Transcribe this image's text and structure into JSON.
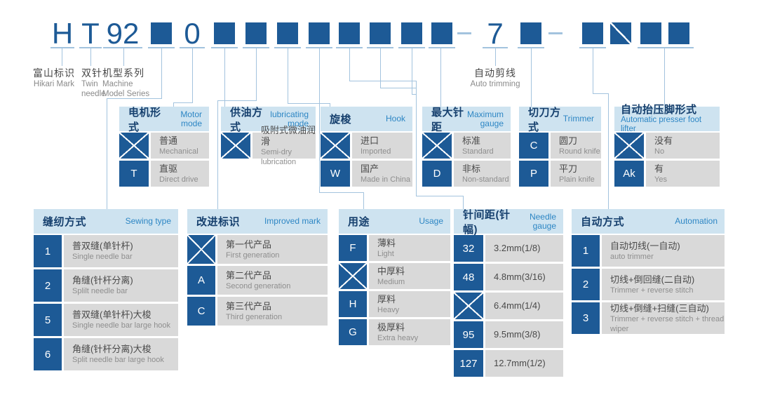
{
  "colors": {
    "primary": "#1d5a96",
    "header_bg": "#cee3f0",
    "header_text": "#16406e",
    "header_en": "#2d86c4",
    "cell_bg": "#d9d9d9",
    "wire": "#a3c3de"
  },
  "code": {
    "tokens": [
      {
        "type": "text",
        "value": "H"
      },
      {
        "type": "text",
        "value": "T"
      },
      {
        "type": "text",
        "value": "92"
      },
      {
        "type": "square"
      },
      {
        "type": "text",
        "value": "0"
      },
      {
        "type": "square"
      },
      {
        "type": "square"
      },
      {
        "type": "square"
      },
      {
        "type": "square"
      },
      {
        "type": "square"
      },
      {
        "type": "square"
      },
      {
        "type": "square"
      },
      {
        "type": "square"
      },
      {
        "type": "dash"
      },
      {
        "type": "text",
        "value": "7"
      },
      {
        "type": "square"
      },
      {
        "type": "dash"
      },
      {
        "type": "square"
      },
      {
        "type": "square-slashed"
      },
      {
        "type": "square"
      },
      {
        "type": "square"
      }
    ]
  },
  "top_labels": [
    {
      "id": "hikari-mark",
      "zh": "富山标识",
      "en": "Hikari Mark"
    },
    {
      "id": "twin-needle",
      "zh": "双针",
      "en": "Twin needle"
    },
    {
      "id": "machine-model-series",
      "zh": "机型系列",
      "en": "Machine Model Series"
    },
    {
      "id": "auto-trimming",
      "zh": "自动剪线",
      "en": "Auto trimming"
    }
  ],
  "tables": [
    {
      "id": "motor",
      "title_zh": "电机形式",
      "title_en": "Motor mode",
      "rows": [
        {
          "cross": true,
          "key": "",
          "label": "普通",
          "sub": "Mechanical"
        },
        {
          "key": "T",
          "label": "直驱",
          "sub": "Direct drive"
        }
      ]
    },
    {
      "id": "lubrication",
      "title_zh": "供油方式",
      "title_en": "lubricating mode",
      "rows": [
        {
          "cross": true,
          "key": "",
          "label": "吸附式微油润滑",
          "sub": "Semi-dry lubrication"
        }
      ]
    },
    {
      "id": "hook",
      "title_zh": "旋梭",
      "title_en": "Hook",
      "rows": [
        {
          "cross": true,
          "key": "",
          "label": "进口",
          "sub": "Imported"
        },
        {
          "key": "W",
          "label": "国产",
          "sub": "Made in China"
        }
      ]
    },
    {
      "id": "max-gauge",
      "title_zh": "最大针距",
      "title_en": "Maximum gauge",
      "rows": [
        {
          "cross": true,
          "key": "",
          "label": "标准",
          "sub": "Standard"
        },
        {
          "key": "D",
          "label": "非标",
          "sub": "Non-standard"
        }
      ]
    },
    {
      "id": "trimmer",
      "title_zh": "切刀方式",
      "title_en": "Trimmer",
      "rows": [
        {
          "key": "C",
          "label": "圆刀",
          "sub": "Round knife"
        },
        {
          "key": "P",
          "label": "平刀",
          "sub": "Plain knife"
        }
      ]
    },
    {
      "id": "presser-foot",
      "title_zh": "自动抬压脚形式",
      "title_en": "Automatic presser foot lifter",
      "rows": [
        {
          "cross": true,
          "key": "",
          "label": "没有",
          "sub": "No"
        },
        {
          "key": "Ak",
          "label": "有",
          "sub": "Yes"
        }
      ]
    },
    {
      "id": "sewing-type",
      "title_zh": "缝纫方式",
      "title_en": "Sewing type",
      "rows": [
        {
          "key": "1",
          "label": "普双缝(单针杆)",
          "sub": "Single needle bar"
        },
        {
          "key": "2",
          "label": "角缝(针杆分离)",
          "sub": "Splilt needle bar"
        },
        {
          "key": "5",
          "label": "普双缝(单针杆)大梭",
          "sub": "Single needle bar large hook"
        },
        {
          "key": "6",
          "label": "角缝(针杆分离)大梭",
          "sub": "Split needle bar large hook"
        }
      ]
    },
    {
      "id": "improved-mark",
      "title_zh": "改进标识",
      "title_en": "Improved mark",
      "rows": [
        {
          "cross": true,
          "key": "",
          "label": "第一代产品",
          "sub": "First generation"
        },
        {
          "key": "A",
          "label": "第二代产品",
          "sub": "Second generation"
        },
        {
          "key": "C",
          "label": "第三代产品",
          "sub": "Third generation"
        }
      ]
    },
    {
      "id": "usage",
      "title_zh": "用途",
      "title_en": "Usage",
      "rows": [
        {
          "key": "F",
          "label": "薄料",
          "sub": "Light"
        },
        {
          "cross": true,
          "key": "",
          "label": "中厚料",
          "sub": "Medium"
        },
        {
          "key": "H",
          "label": "厚料",
          "sub": "Heavy"
        },
        {
          "key": "G",
          "label": "极厚料",
          "sub": "Extra heavy"
        }
      ]
    },
    {
      "id": "needle-gauge",
      "title_zh": "针间距(针幅)",
      "title_en": "Needle gauge",
      "rows": [
        {
          "key": "32",
          "label": "3.2mm(1/8)",
          "sub": ""
        },
        {
          "key": "48",
          "label": "4.8mm(3/16)",
          "sub": ""
        },
        {
          "cross": true,
          "key": "",
          "label": "6.4mm(1/4)",
          "sub": ""
        },
        {
          "key": "95",
          "label": "9.5mm(3/8)",
          "sub": ""
        },
        {
          "key": "127",
          "label": "12.7mm(1/2)",
          "sub": ""
        }
      ]
    },
    {
      "id": "automation",
      "title_zh": "自动方式",
      "title_en": "Automation",
      "rows": [
        {
          "key": "1",
          "label": "自动切线(一自动)",
          "sub": "auto trimmer"
        },
        {
          "key": "2",
          "label": "切线+倒回缝(二自动)",
          "sub": "Trimmer + reverse stitch"
        },
        {
          "key": "3",
          "label": "切线+倒缝+扫缝(三自动)",
          "sub": "Trimmer + reverse stitch + thread wiper"
        }
      ]
    }
  ]
}
